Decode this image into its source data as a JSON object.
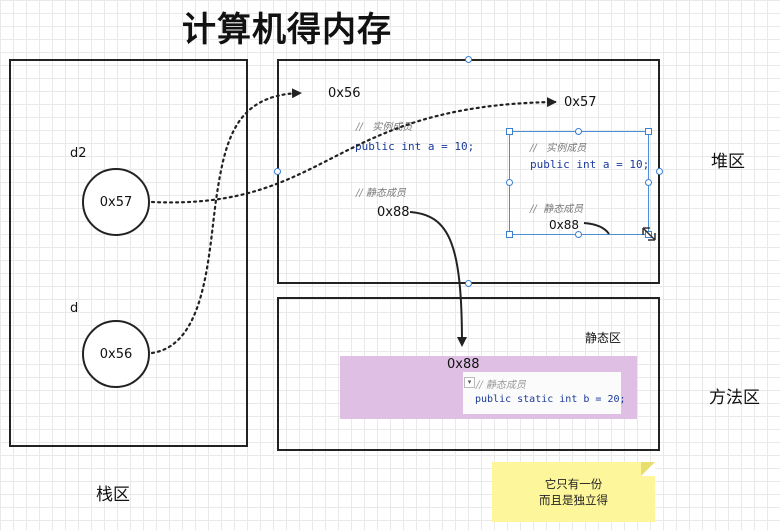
{
  "title": "计算机得内存",
  "stack": {
    "label": "栈区",
    "vars": [
      {
        "name": "d2",
        "address": "0x57"
      },
      {
        "name": "d",
        "address": "0x56"
      }
    ]
  },
  "heap": {
    "label": "堆区",
    "address_a": "0x56",
    "address_b": "0x57",
    "instance_comment": "//   实例成员",
    "instance_code": "public int a = 10;",
    "static_comment": "// 静态成员",
    "static_ref": "0x88",
    "inner": {
      "instance_comment": "//   实例成员",
      "instance_code": "public int a = 10;",
      "static_comment": "//  静态成员",
      "static_ref": "0x88"
    }
  },
  "method": {
    "label": "方法区",
    "static_area_label": "静态区",
    "static_address": "0x88",
    "editor_comment": "// 静态成员",
    "editor_code": "public static int b = 20;"
  },
  "note": {
    "line1": "它只有一份",
    "line2": "而且是独立得"
  },
  "colors": {
    "static_block": "#dfc0e4",
    "note": "#fdf69a",
    "selection": "#4d8fd6",
    "code": "#1a3a9a"
  }
}
